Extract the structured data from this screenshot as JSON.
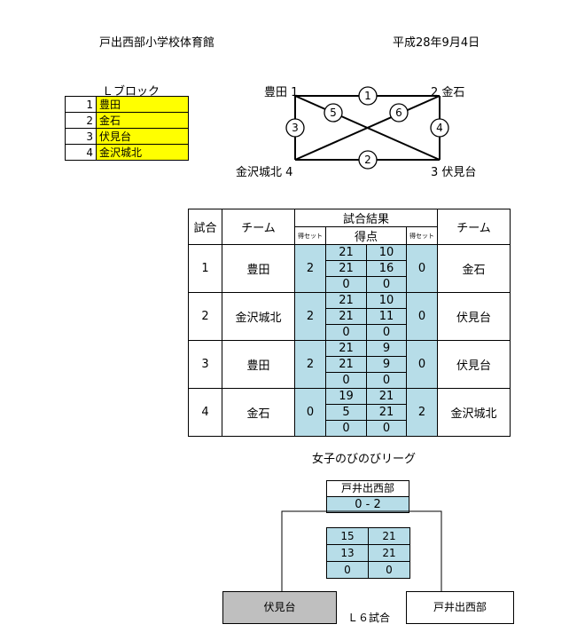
{
  "header": {
    "venue": "戸出西部小学校体育館",
    "date": "平成28年9月4日"
  },
  "block": {
    "title": "Ｌブロック",
    "teams": [
      {
        "no": "1",
        "name": "豊田"
      },
      {
        "no": "2",
        "name": "金石"
      },
      {
        "no": "3",
        "name": "伏見台"
      },
      {
        "no": "4",
        "name": "金沢城北"
      }
    ]
  },
  "diagram": {
    "corner_tl": "豊田 1",
    "corner_tr": "2 金石",
    "corner_bl": "金沢城北 4",
    "corner_br": "3 伏見台",
    "m1": "1",
    "m2": "2",
    "m3": "3",
    "m4": "4",
    "m5": "5",
    "m6": "6"
  },
  "results": {
    "h_match": "試合",
    "h_team": "チーム",
    "h_result": "試合結果",
    "h_sets": "得セット",
    "h_points": "得点",
    "rows": [
      {
        "no": "1",
        "left": "豊田",
        "lsets": "2",
        "scores": [
          [
            "21",
            "10"
          ],
          [
            "21",
            "16"
          ],
          [
            "0",
            "0"
          ]
        ],
        "rsets": "0",
        "right": "金石"
      },
      {
        "no": "2",
        "left": "金沢城北",
        "lsets": "2",
        "scores": [
          [
            "21",
            "10"
          ],
          [
            "21",
            "11"
          ],
          [
            "0",
            "0"
          ]
        ],
        "rsets": "0",
        "right": "伏見台"
      },
      {
        "no": "3",
        "left": "豊田",
        "lsets": "2",
        "scores": [
          [
            "21",
            "9"
          ],
          [
            "21",
            "9"
          ],
          [
            "0",
            "0"
          ]
        ],
        "rsets": "0",
        "right": "伏見台"
      },
      {
        "no": "4",
        "left": "金石",
        "lsets": "0",
        "scores": [
          [
            "19",
            "21"
          ],
          [
            "5",
            "21"
          ],
          [
            "0",
            "0"
          ]
        ],
        "rsets": "2",
        "right": "金沢城北"
      }
    ]
  },
  "league": {
    "title": "女子のびのびリーグ",
    "winner": "戸井出西部",
    "final_score": "0 - 2",
    "scores": [
      [
        "15",
        "21"
      ],
      [
        "13",
        "21"
      ],
      [
        "0",
        "0"
      ]
    ],
    "left_team": "伏見台",
    "right_team": "戸井出西部",
    "match_label": "Ｌ６試合",
    "colors": {
      "left_team_bg": "#bfbfbf",
      "score_bg": "#b7dde8"
    }
  }
}
